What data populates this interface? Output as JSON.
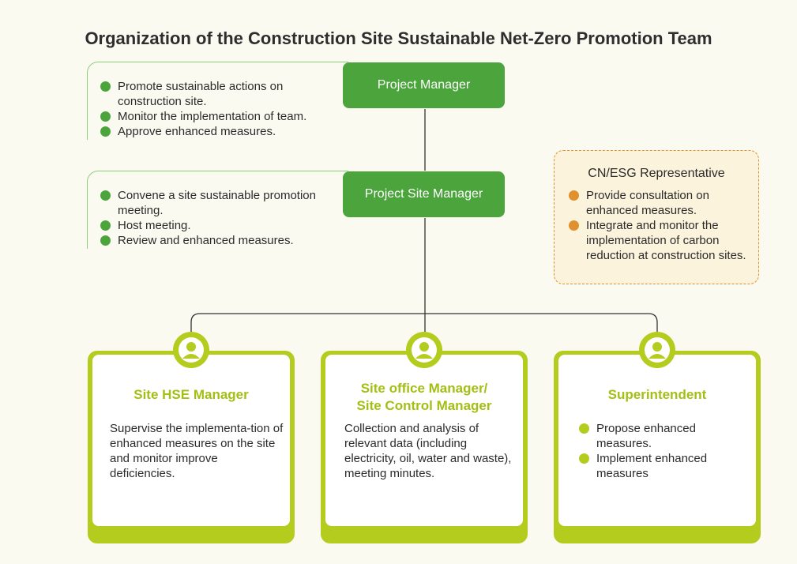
{
  "title": "Organization of the Construction Site Sustainable Net-Zero Promotion Team",
  "project_manager": {
    "label": "Project Manager",
    "items": [
      "Promote sustainable actions on construction site.",
      "Monitor the implementation of team.",
      "Approve enhanced measures."
    ]
  },
  "project_site_manager": {
    "label": "Project Site Manager",
    "items": [
      "Convene a site sustainable promotion meeting.",
      "Host meeting.",
      "Review and enhanced measures."
    ]
  },
  "cn_esg": {
    "title": "CN/ESG Representative",
    "items": [
      "Provide consultation on enhanced measures.",
      "Integrate and monitor the implementation of carbon reduction at construction sites."
    ]
  },
  "cards": [
    {
      "title_lines": [
        "Site HSE Manager"
      ],
      "text": "Supervise the implementa-tion of enhanced measures on the site and monitor improve deficiencies."
    },
    {
      "title_lines": [
        "Site office Manager/",
        "Site Control Manager"
      ],
      "text": "Collection and analysis of relevant data (including electricity, oil, water and waste), meeting minutes."
    },
    {
      "title_lines": [
        "Superintendent"
      ],
      "items": [
        "Propose enhanced measures.",
        "Implement enhanced measures"
      ]
    }
  ],
  "colors": {
    "green": "#4ba53c",
    "lime": "#b3cc1d",
    "orange": "#e0902c",
    "background": "#fbfaf1"
  }
}
